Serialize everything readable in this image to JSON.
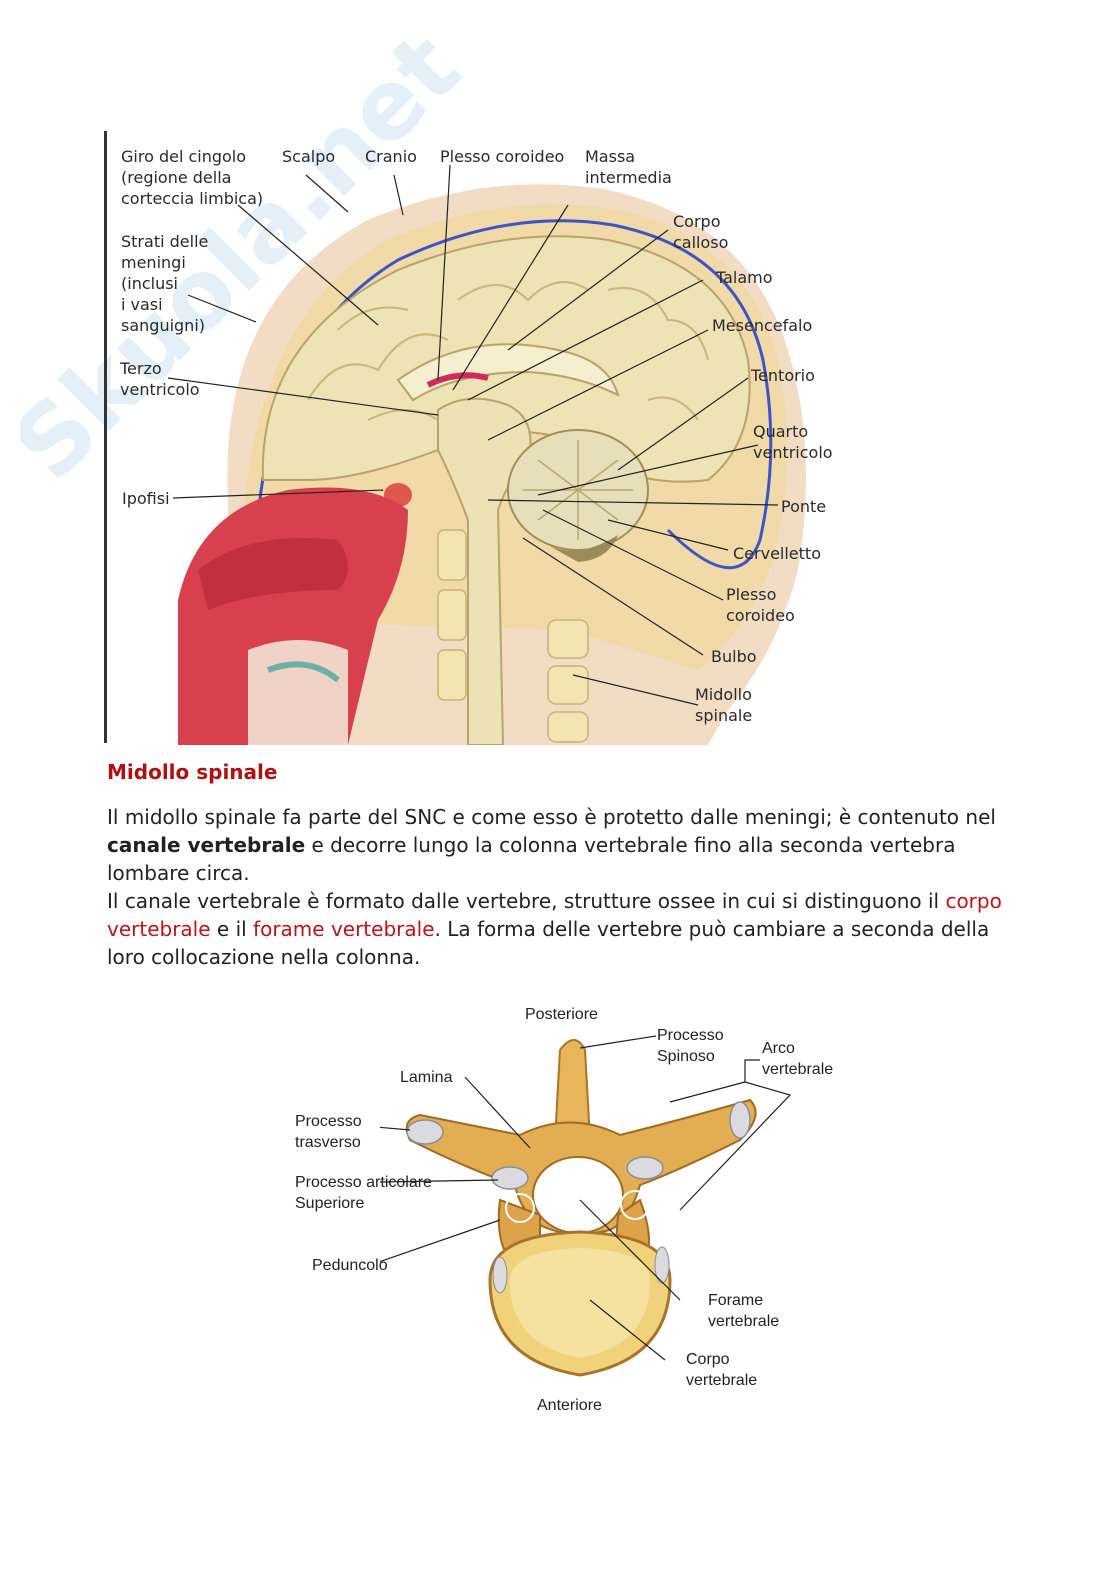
{
  "brain_figure": {
    "labels": {
      "giro_cingolo": [
        "Giro del cingolo",
        "(regione della",
        "corteccia limbica)"
      ],
      "scalpo": "Scalpo",
      "cranio": "Cranio",
      "plesso_coroideo_top": "Plesso coroideo",
      "massa_intermedia": [
        "Massa",
        "intermedia"
      ],
      "corpo_calloso": [
        "Corpo",
        "calloso"
      ],
      "talamo": "Talamo",
      "mesencefalo": "Mesencefalo",
      "tentorio": "Tentorio",
      "quarto_ventricolo": [
        "Quarto",
        "ventricolo"
      ],
      "ponte": "Ponte",
      "cervelletto": "Cervelletto",
      "plesso_coroideo_bottom": [
        "Plesso",
        "coroideo"
      ],
      "bulbo": "Bulbo",
      "midollo_spinale": [
        "Midollo",
        "spinale"
      ],
      "strati_meningi": [
        "Strati delle",
        "meningi",
        "(inclusi",
        "i vasi",
        "sanguigni)"
      ],
      "terzo_ventricolo": [
        "Terzo",
        "ventricolo"
      ],
      "ipofisi": "Ipofisi"
    }
  },
  "section": {
    "title": "Midollo spinale",
    "p1_a": "Il midollo spinale fa parte del SNC e come esso è protetto dalle meningi; è contenuto nel ",
    "p1_bold": "canale vertebrale",
    "p1_b": " e decorre lungo la colonna vertebrale fino alla seconda vertebra lombare circa.",
    "p2_a": "Il canale vertebrale è formato dalle vertebre, strutture ossee in cui si distinguono il ",
    "p2_red1": "corpo vertebrale",
    "p2_mid": " e il ",
    "p2_red2": "forame vertebrale",
    "p2_b": ". La forma delle vertebre può cambiare a seconda della loro collocazione nella colonna."
  },
  "vertebra_figure": {
    "labels": {
      "posteriore": "Posteriore",
      "processo_spinoso": [
        "Processo",
        "Spinoso"
      ],
      "arco_vertebrale": [
        "Arco",
        "vertebrale"
      ],
      "lamina": "Lamina",
      "processo_trasverso": [
        "Processo",
        "trasverso"
      ],
      "processo_articolare": [
        "Processo articolare",
        "Superiore"
      ],
      "peduncolo": "Peduncolo",
      "forame_vertebrale": [
        "Forame",
        "vertebrale"
      ],
      "corpo_vertebrale": [
        "Corpo",
        "vertebrale"
      ],
      "anteriore": "Anteriore"
    }
  },
  "watermark": {
    "text": "Skuola.net",
    "color": "#cfe3f2"
  }
}
